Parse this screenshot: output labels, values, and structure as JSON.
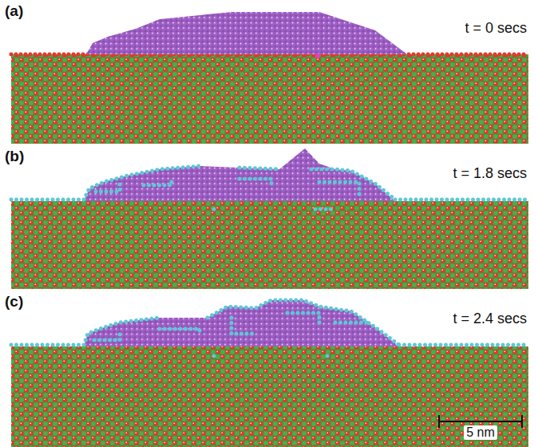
{
  "diagram": {
    "labels": [
      "(a)",
      "t = 0 secs",
      "(b)",
      "t = 1.8 secs",
      "(c)",
      "t = 2.4 secs",
      "5 nm"
    ]
  }
}
